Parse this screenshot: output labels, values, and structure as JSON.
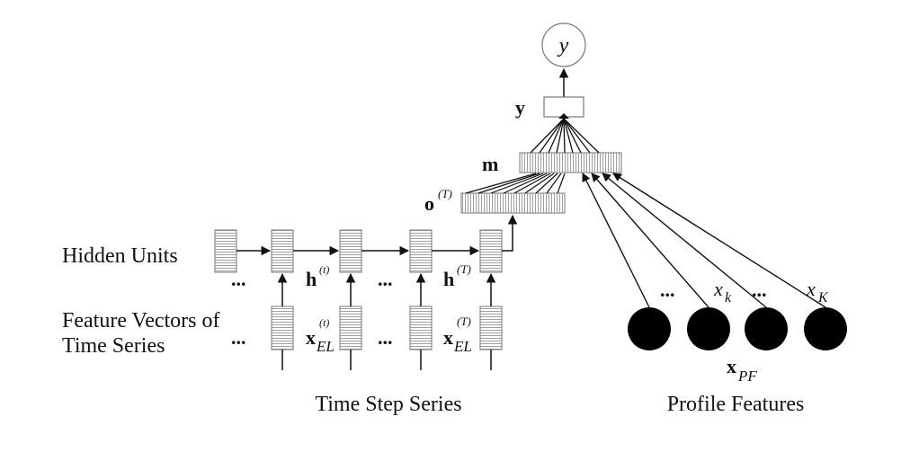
{
  "labels": {
    "hidden_units": "Hidden Units",
    "feature_vectors_line1": "Feature Vectors of",
    "feature_vectors_line2": "Time Series",
    "time_step_series": "Time Step Series",
    "profile_features": "Profile Features",
    "output_y": "y",
    "output_y_bold": "y",
    "merge_m": "m",
    "o_T_base": "o",
    "o_T_sup": "(T)",
    "h_t_base": "h",
    "h_t_sup": "(t)",
    "h_T_base": "h",
    "h_T_sup": "(T)",
    "x_t_base": "x",
    "x_t_sup": "(t)",
    "x_t_sub": "EL",
    "x_T_base": "x",
    "x_T_sup": "(T)",
    "x_T_sub": "EL",
    "xk_base": "x",
    "xk_sub": "k",
    "xK_base": "x",
    "xK_sub": "K",
    "xpf_base": "x",
    "xpf_sub": "PF",
    "ellipsis": "..."
  }
}
